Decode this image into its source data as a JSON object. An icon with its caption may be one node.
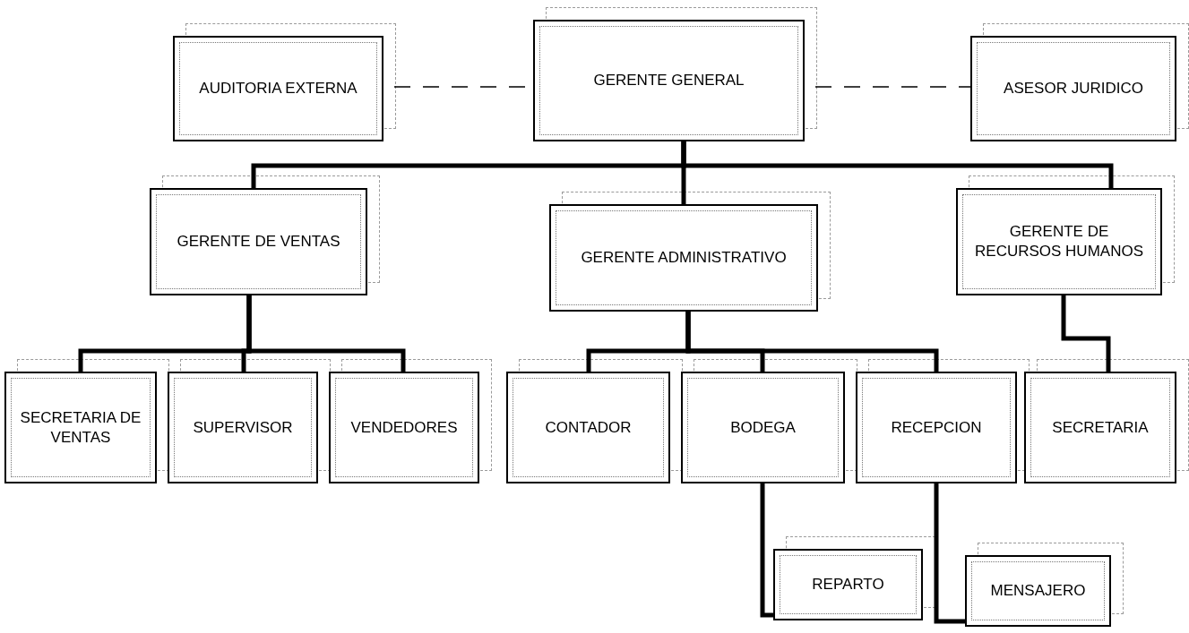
{
  "diagram": {
    "nodes": [
      {
        "text": [
          "AUDITORIA EXTERNA"
        ]
      },
      {
        "text": [
          "GERENTE GENERAL"
        ]
      },
      {
        "text": [
          "ASESOR JURIDICO"
        ]
      },
      {
        "text": [
          "GERENTE DE VENTAS"
        ]
      },
      {
        "text": [
          "GERENTE ADMINISTRATIVO"
        ]
      },
      {
        "text": [
          "GERENTE DE RECURSOS HUMANOS"
        ]
      },
      {
        "text": [
          "SECRETARIA DE VENTAS"
        ]
      },
      {
        "text": [
          "SUPERVISOR"
        ]
      },
      {
        "text": [
          "VENDEDORES"
        ]
      },
      {
        "text": [
          "CONTADOR"
        ]
      },
      {
        "text": [
          "BODEGA"
        ]
      },
      {
        "text": [
          "RECEPCION"
        ]
      },
      {
        "text": [
          "SECRETARIA"
        ]
      },
      {
        "text": [
          "REPARTO"
        ]
      },
      {
        "text": [
          "MENSAJERO"
        ]
      }
    ],
    "edges": [
      {
        "from": 0,
        "to": 1,
        "arrow": "none",
        "style": "dashed"
      },
      {
        "from": 1,
        "to": 2,
        "arrow": "none",
        "style": "dashed"
      },
      {
        "from": 1,
        "to": 3,
        "arrow": "none"
      },
      {
        "from": 1,
        "to": 4,
        "arrow": "none"
      },
      {
        "from": 1,
        "to": 5,
        "arrow": "none"
      },
      {
        "from": 3,
        "to": 6,
        "arrow": "none"
      },
      {
        "from": 3,
        "to": 7,
        "arrow": "none"
      },
      {
        "from": 3,
        "to": 8,
        "arrow": "none"
      },
      {
        "from": 4,
        "to": 9,
        "arrow": "none"
      },
      {
        "from": 4,
        "to": 10,
        "arrow": "none"
      },
      {
        "from": 4,
        "to": 11,
        "arrow": "none"
      },
      {
        "from": 5,
        "to": 12,
        "arrow": "none"
      },
      {
        "from": 10,
        "to": 13,
        "arrow": "none"
      },
      {
        "from": 11,
        "to": 14,
        "arrow": "none"
      }
    ]
  }
}
